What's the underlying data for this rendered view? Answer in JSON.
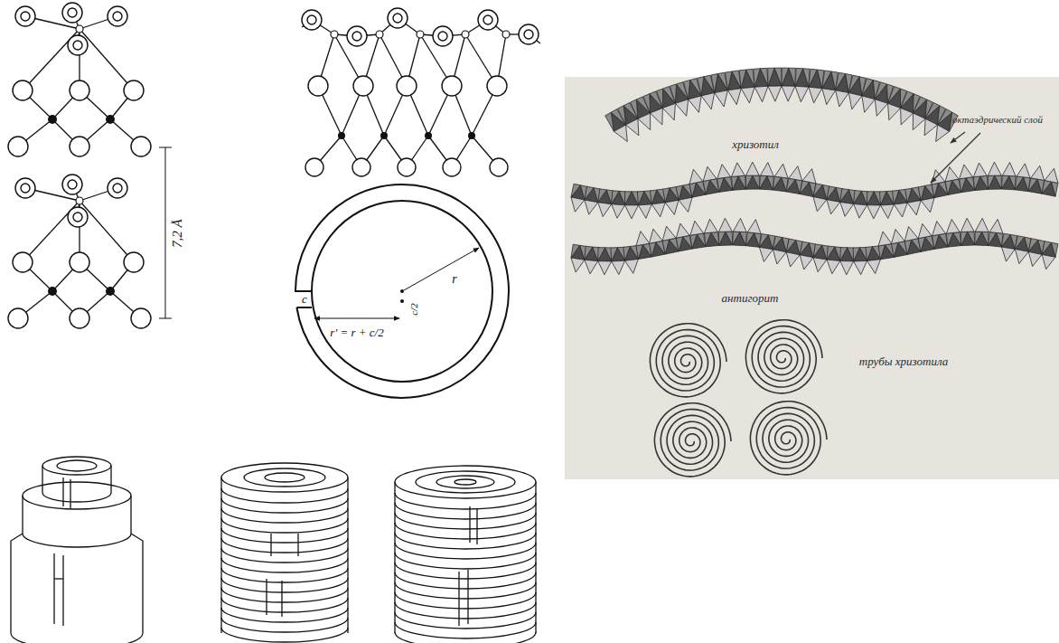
{
  "diagram": {
    "labels": [
      "7,2 Å",
      "c",
      "r' = r + c/2",
      "c/2",
      "r",
      "хризотил",
      "октаэдрический слой",
      "антигорит",
      "трубы хризотила"
    ]
  }
}
